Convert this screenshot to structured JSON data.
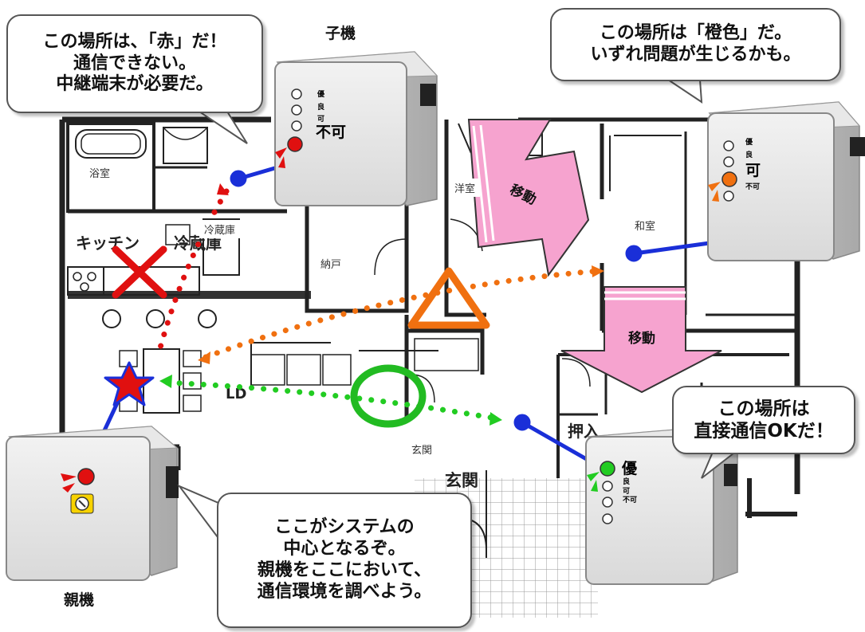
{
  "labels": {
    "child_device": "子機",
    "parent_device": "親機"
  },
  "rooms": {
    "bath": "浴室",
    "fridge": "冷蔵庫",
    "storage": "納戸",
    "western": "洋室",
    "japanese": "和室",
    "entrance": "玄関",
    "kitchen_print": "キッチン",
    "fridge_print": "冷蔵庫",
    "entrance_print": "玄関",
    "closet_print": "押入",
    "ld_print": "LD"
  },
  "moves": {
    "right": "移動",
    "down": "移動"
  },
  "bubbles": {
    "red_location": [
      "この場所は、「赤」だ！",
      "通信できない。",
      "中継端末が必要だ。"
    ],
    "orange_location": [
      "この場所は「橙色」だ。",
      "いずれ問題が生じるかも。"
    ],
    "direct_ok": [
      "この場所は",
      "直接通信OKだ！"
    ],
    "center": [
      "ここがシステムの",
      "中心となるぞ。",
      "親機をここにおいて、",
      "通信環境を調べよう。"
    ]
  },
  "devices": {
    "child_top": {
      "levels": [
        "優",
        "良",
        "可"
      ],
      "status": "不可",
      "lit": "不可",
      "lit_color": "#e01010"
    },
    "child_right": {
      "levels": [
        "優",
        "良"
      ],
      "status": "可",
      "below": "不可",
      "lit": "可",
      "lit_color": "#f07010"
    },
    "child_bottom": {
      "status": "優",
      "levels": [
        "良",
        "可",
        "不可"
      ],
      "lit": "優",
      "lit_color": "#22cc22"
    },
    "parent": {
      "lit_color": "#e01010"
    }
  },
  "colors": {
    "red_link": "#e01010",
    "orange_link": "#f07010",
    "green_link": "#22cc22",
    "wire": "#1a2fd8",
    "move_arrow": "#f6a3cf",
    "cross": "#e01010",
    "triangle": "#f07010",
    "circle": "#22bb22",
    "star": "#e01010"
  },
  "icons": [
    "star-icon",
    "cross-icon",
    "triangle-icon",
    "circle-icon",
    "move-arrow-icon",
    "dial-icon"
  ]
}
